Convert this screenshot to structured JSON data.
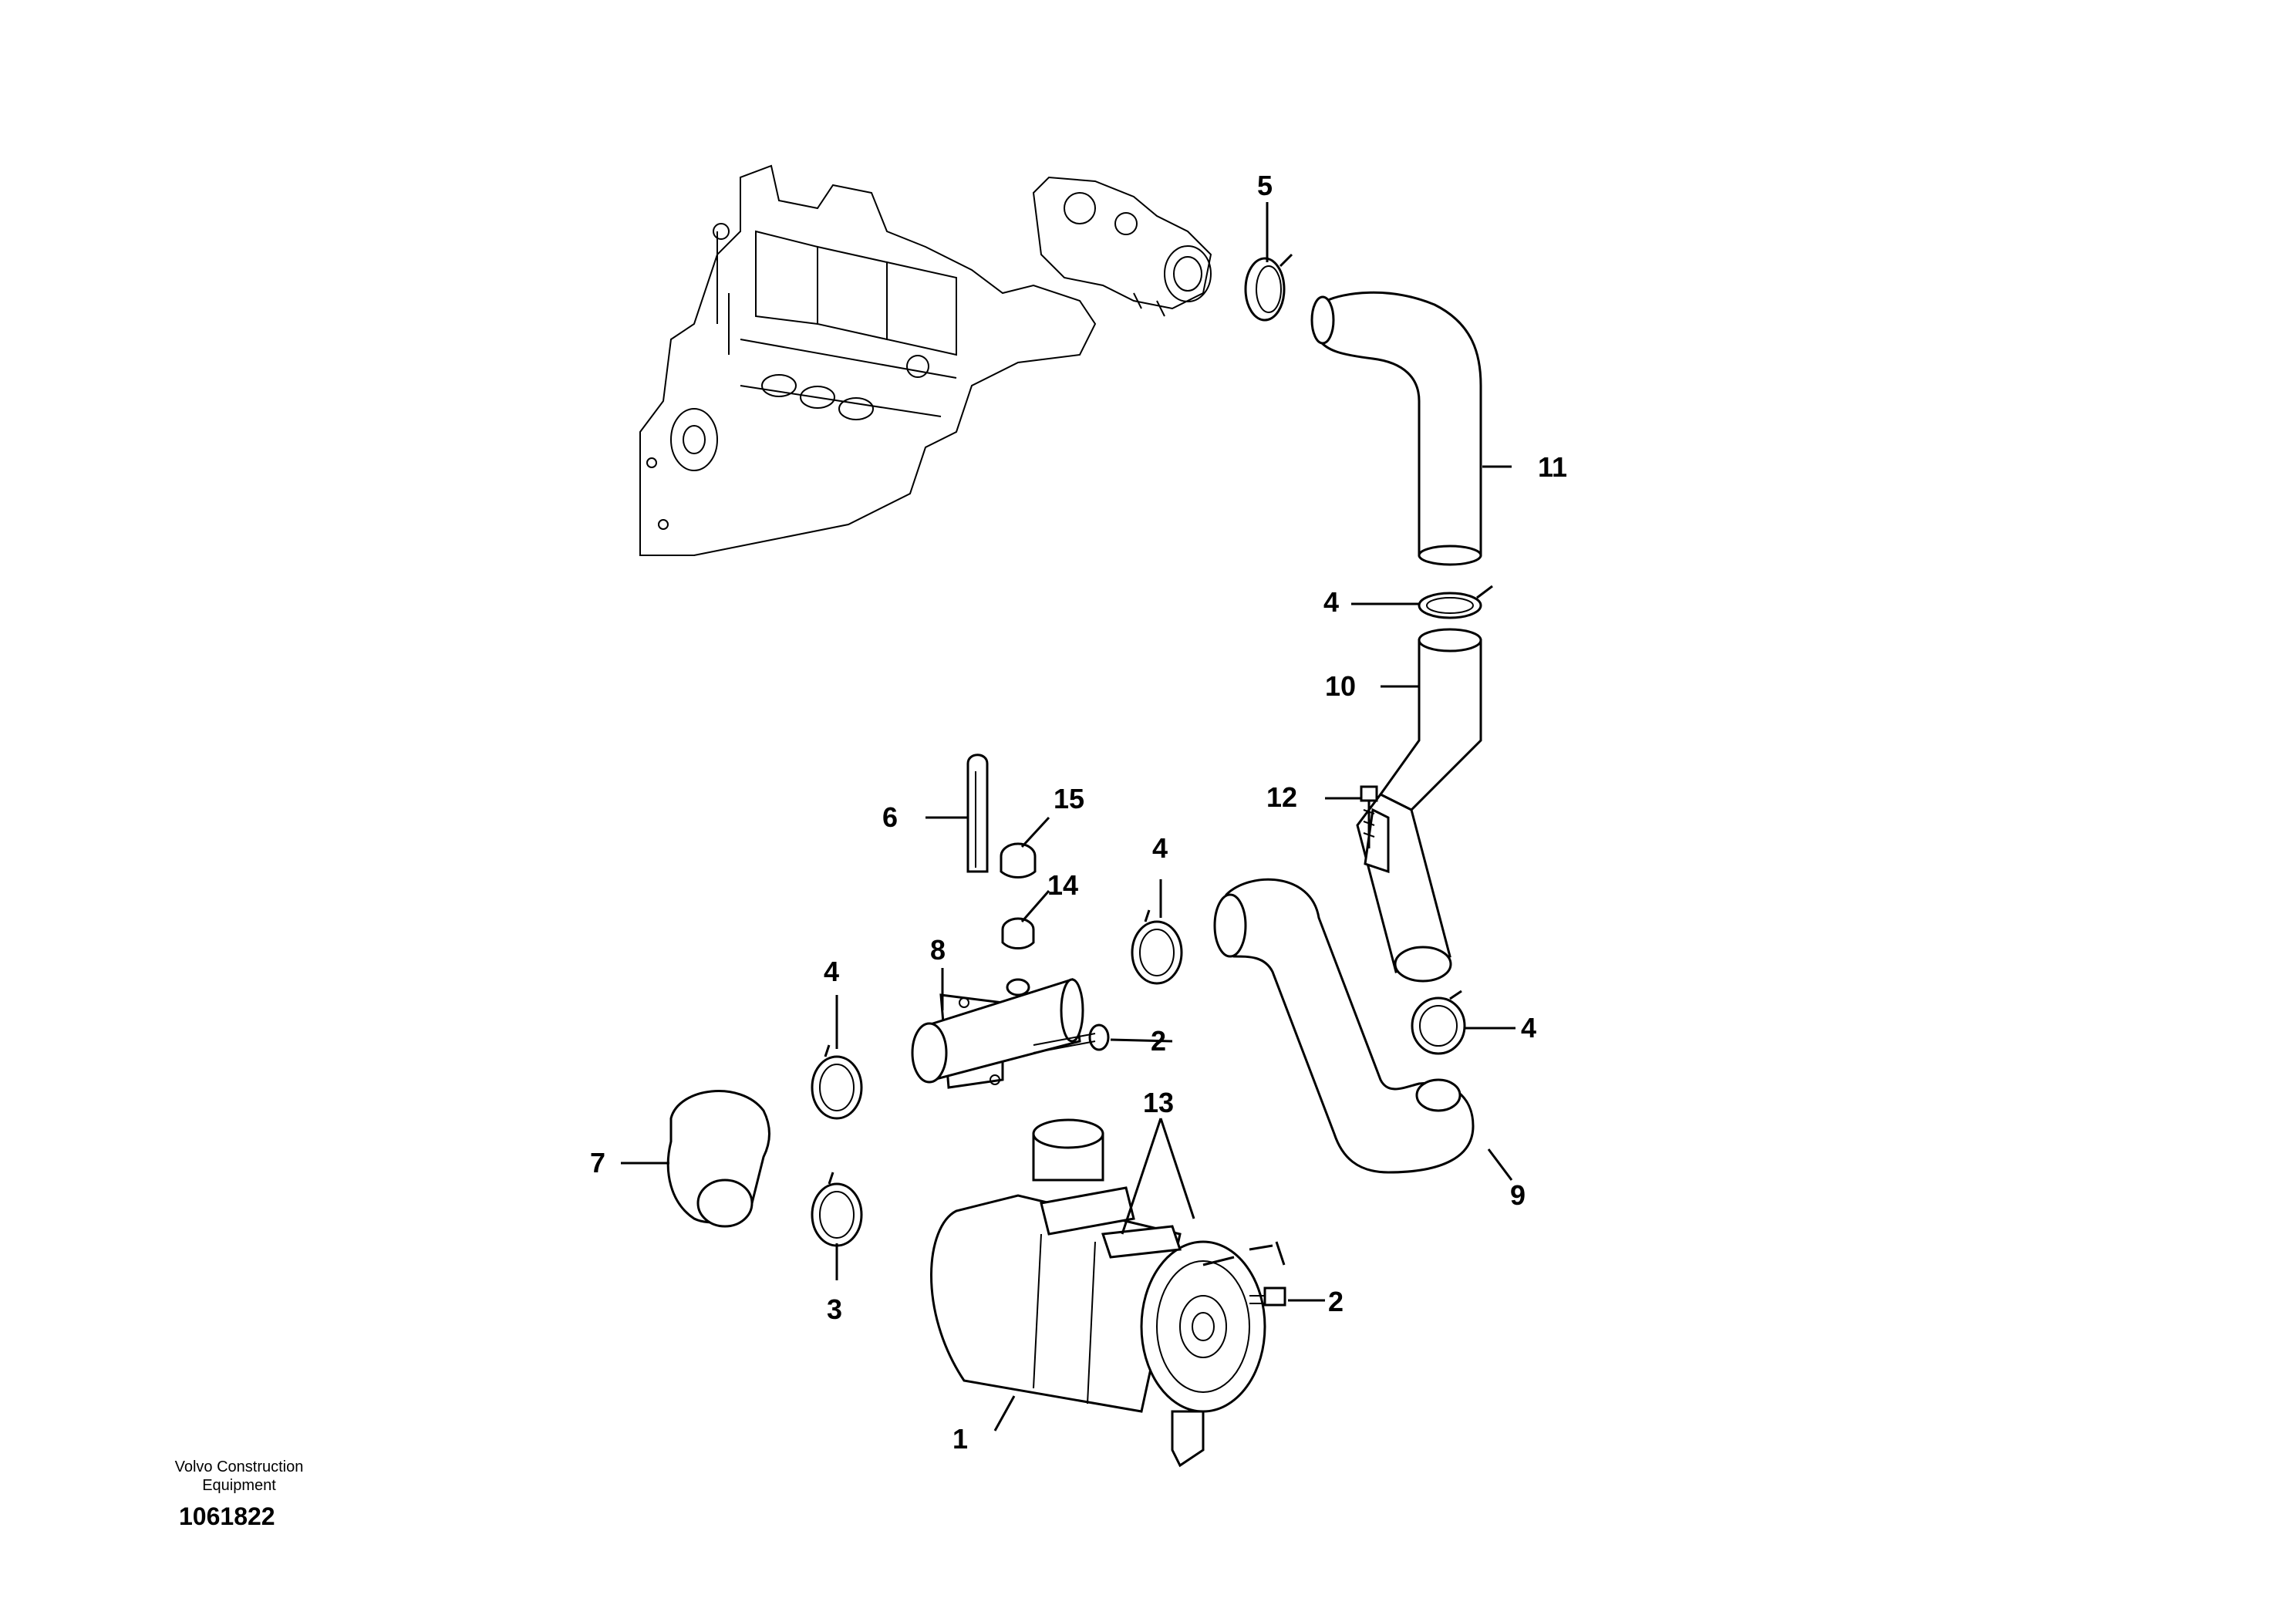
{
  "callouts": {
    "p1": "1",
    "p2a": "2",
    "p2b": "2",
    "p3": "3",
    "p4a": "4",
    "p4b": "4",
    "p4c": "4",
    "p4d": "4",
    "p5": "5",
    "p6": "6",
    "p7": "7",
    "p8": "8",
    "p9": "9",
    "p10": "10",
    "p11": "11",
    "p12": "12",
    "p13": "13",
    "p14": "14",
    "p15": "15"
  },
  "footer": {
    "company_line1": "Volvo Construction",
    "company_line2": "Equipment",
    "drawing_number": "1061822"
  }
}
